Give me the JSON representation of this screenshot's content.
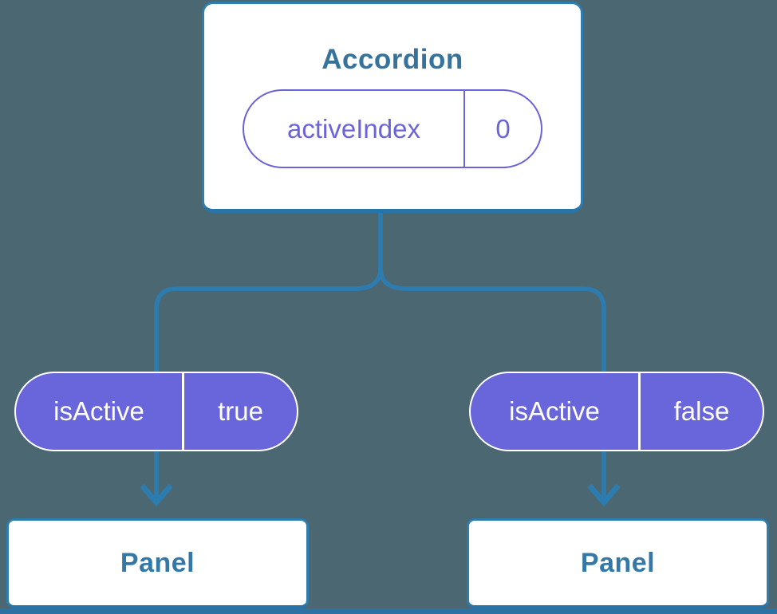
{
  "diagram": {
    "root": {
      "title": "Accordion",
      "state": {
        "label": "activeIndex",
        "value": "0"
      }
    },
    "props": [
      {
        "label": "isActive",
        "value": "true"
      },
      {
        "label": "isActive",
        "value": "false"
      }
    ],
    "panels": [
      {
        "label": "Panel"
      },
      {
        "label": "Panel"
      }
    ]
  },
  "colors": {
    "bg": "#4B6872",
    "line": "#2C7CB0",
    "card-border": "#2E7DAF",
    "card-border-dark": "#2774A9",
    "heading": "#36739C",
    "panel-text": "#3478A8",
    "purple": "#6A63D9",
    "purple-fill": "#6965DA",
    "white": "#FFFFFF",
    "bottom-bar": "#2E72A4"
  }
}
